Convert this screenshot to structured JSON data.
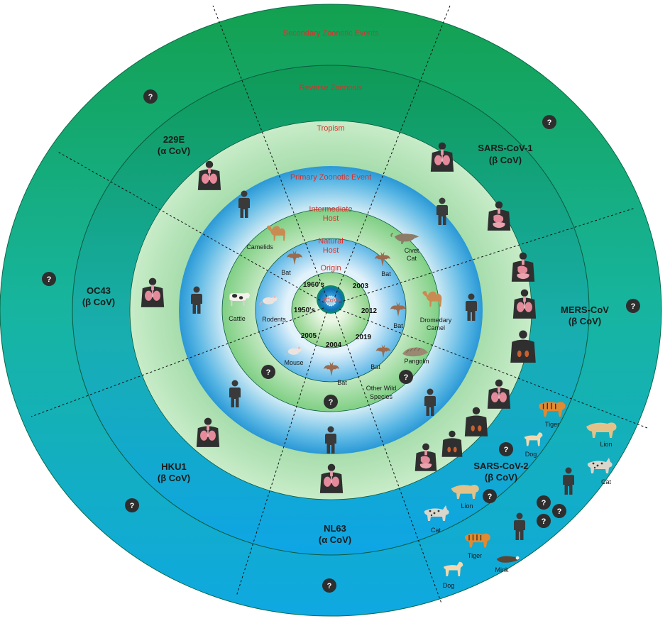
{
  "ring_labels": {
    "secondary": "Secondary Zoonotic Events",
    "reverse": "Reverse Zoonosis",
    "tropism": "Tropism",
    "primary": "Primary Zoonotic Event",
    "intermediate_1": "Intermediate",
    "intermediate_2": "Host",
    "natural_1": "Natural",
    "natural_2": "Host",
    "origin": "Origin",
    "center": "HCoVs"
  },
  "strains": {
    "e229": {
      "name": "229E",
      "genus": "(α CoV)"
    },
    "oc43": {
      "name": "OC43",
      "genus": "(β CoV)"
    },
    "hku1": {
      "name": "HKU1",
      "genus": "(β CoV)"
    },
    "nl63": {
      "name": "NL63",
      "genus": "(α CoV)"
    },
    "sars1": {
      "name": "SARS-CoV-1",
      "genus": "(β CoV)"
    },
    "mers": {
      "name": "MERS-CoV",
      "genus": "(β CoV)"
    },
    "sars2": {
      "name": "SARS-CoV-2",
      "genus": "(β CoV)"
    }
  },
  "years": {
    "y1960": "1960's",
    "y1950": "1950's",
    "y2005": "2005",
    "y2004": "2004",
    "y2003": "2003",
    "y2012": "2012",
    "y2019": "2019"
  },
  "hosts": {
    "bat": "Bat",
    "camelids": "Camelids",
    "cattle": "Cattle",
    "rodents": "Rodents",
    "mouse": "Mouse",
    "civet_1": "Civet",
    "civet_2": "Cat",
    "dromedary_1": "Dromedary",
    "dromedary_2": "Camel",
    "pangolin": "Pangolin",
    "other_1": "Other Wild",
    "other_2": "Species"
  },
  "animals": {
    "tiger": "Tiger",
    "dog": "Dog",
    "lion": "Lion",
    "cat": "Cat",
    "mink": "Mink"
  },
  "unknown_mark": "?",
  "colors": {
    "outer_green": "#1a9e62",
    "outer_blue": "#11a7e0",
    "primary_blue": "#3fa9de",
    "light_green": "#c4e6bb",
    "label_red": "#d8312a",
    "silhouette": "#3a3a3a",
    "question_bg": "#2e2e2e"
  }
}
